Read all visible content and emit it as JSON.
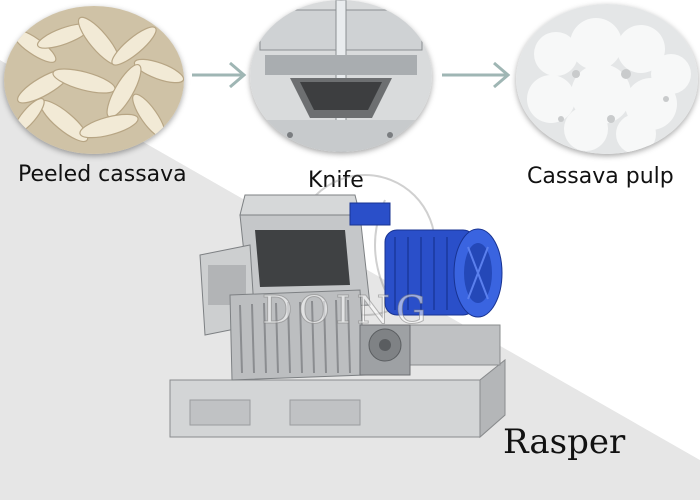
{
  "steps": [
    {
      "label": "Peeled cassava"
    },
    {
      "label": "Knife"
    },
    {
      "label": "Cassava pulp"
    }
  ],
  "machine": {
    "label": "Rasper"
  },
  "watermark": {
    "text": "DOING"
  },
  "colors": {
    "background_band": "#e6e6e6",
    "arrow": "#9fb6b4",
    "motor_blue": "#2a4fc9",
    "steel": "#b9bbbc"
  }
}
